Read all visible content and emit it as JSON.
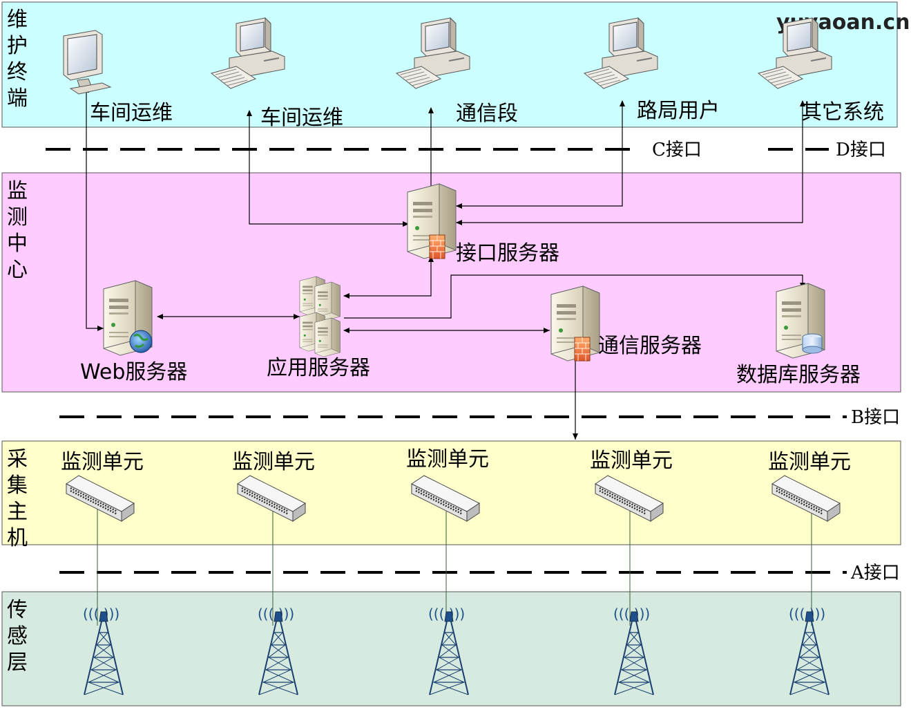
{
  "watermark": "yuyaoan.cn",
  "zones": {
    "terminal": {
      "label_chars": [
        "维",
        "护",
        "终",
        "端"
      ],
      "fill": "#ccffff"
    },
    "monitor": {
      "label_chars": [
        "监",
        "测",
        "中",
        "心"
      ],
      "fill": "#ffccff"
    },
    "collect": {
      "label_chars": [
        "采",
        "集",
        "主",
        "机"
      ],
      "fill": "#ffffcc"
    },
    "sensor": {
      "label_chars": [
        "传",
        "感",
        "层"
      ],
      "fill": "#d6eadf"
    }
  },
  "terminals": [
    {
      "id": "t1",
      "label": "车间运维",
      "icon": "monitor-icon"
    },
    {
      "id": "t2",
      "label": "车间运维",
      "icon": "pc-icon"
    },
    {
      "id": "t3",
      "label": "通信段",
      "icon": "pc-icon"
    },
    {
      "id": "t4",
      "label": "路局用户",
      "icon": "pc-icon"
    },
    {
      "id": "t5",
      "label": "其它系统",
      "icon": "pc-icon"
    }
  ],
  "servers": {
    "interface": {
      "label": "接口服务器"
    },
    "web": {
      "label": "Web服务器"
    },
    "app": {
      "label": "应用服务器"
    },
    "comm": {
      "label": "通信服务器"
    },
    "db": {
      "label": "数据库服务器"
    }
  },
  "interfaces": {
    "c": "C接口",
    "d": "D接口",
    "b": "B接口",
    "a": "A接口"
  },
  "units": [
    {
      "label": "监测单元"
    },
    {
      "label": "监测单元"
    },
    {
      "label": "监测单元"
    },
    {
      "label": "监测单元"
    },
    {
      "label": "监测单元"
    }
  ],
  "tower_signal": "((( )))"
}
